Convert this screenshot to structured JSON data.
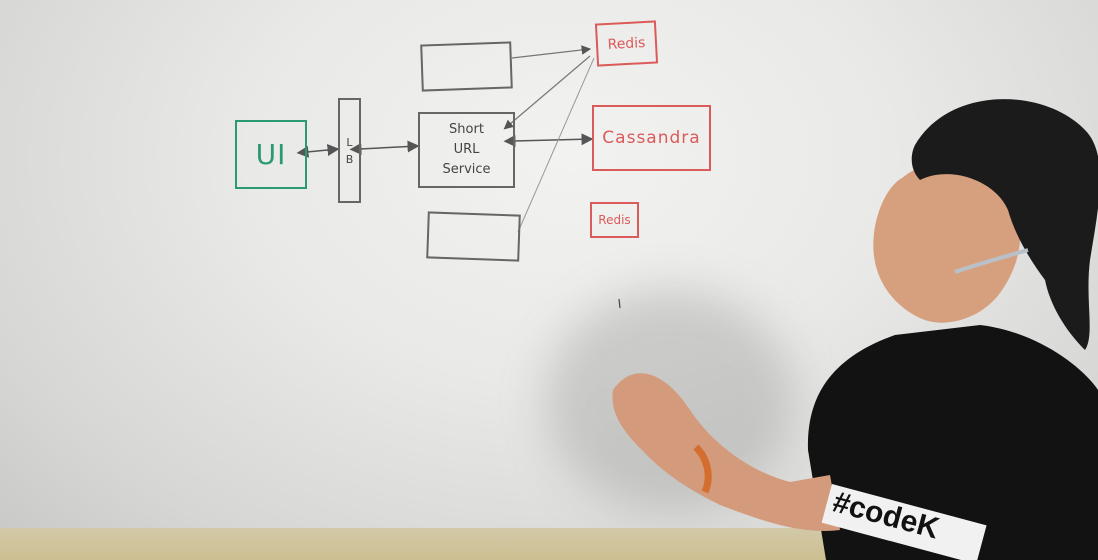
{
  "whiteboard": {
    "ui_box_label": "UI",
    "lb_label_top": "L",
    "lb_label_bottom": "B",
    "service_line1": "Short",
    "service_line2": "URL",
    "service_line3": "Service",
    "cassandra_label": "Cassandra",
    "redis_top_label": "Redis",
    "redis_small_label": "Redis"
  },
  "shirt": {
    "text": "#codeK"
  },
  "colors": {
    "ui_green": "#2c9a70",
    "redis_red": "#db5a5a",
    "marker_grey": "#555555"
  }
}
